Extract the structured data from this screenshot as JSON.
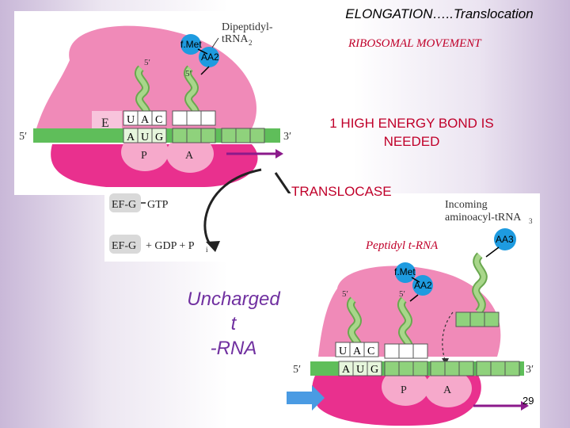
{
  "slide": {
    "title": "ELONGATION…..Translocation",
    "subtitle": "RIBOSOMAL MOVEMENT",
    "energy_line1": "1 HIGH ENERGY BOND IS",
    "energy_line2": "NEEDED",
    "translocase": "TRANSLOCASE",
    "uncharged_line1": "Uncharged t",
    "uncharged_line2": "-RNA",
    "peptidyl": "Peptidyl t-RNA",
    "slide_number": "29"
  },
  "top_diagram": {
    "trna_label_line1": "Dipeptidyl-",
    "trna_label_line2": "tRNA",
    "trna_label_sub": "2",
    "fmet": "f.Met",
    "aa2": "AA2",
    "five_prime_a": "5′",
    "five_prime_b": "5′",
    "mrna_5": "5′",
    "mrna_3": "3′",
    "site_e": "E",
    "site_p": "P",
    "site_a": "A",
    "anticodon1": [
      "U",
      "A",
      "C"
    ],
    "codon1": [
      "A",
      "U",
      "G"
    ]
  },
  "ef_diagram": {
    "ef_g": "EF-G",
    "gtp": "GTP",
    "ef_g2": "EF-G",
    "gdp_text": "+ GDP + P",
    "pi_sub": "i"
  },
  "bottom_diagram": {
    "incoming_line1": "Incoming",
    "incoming_line2": "aminoacyl-tRNA",
    "incoming_sub": "3",
    "aa3": "AA3",
    "fmet": "f.Met",
    "aa2": "AA2",
    "five_prime_a": "5′",
    "five_prime_b": "5′",
    "mrna_5": "5′",
    "mrna_3": "3′",
    "site_p": "P",
    "site_a": "A",
    "anticodon": [
      "U",
      "A",
      "C"
    ],
    "codon": [
      "A",
      "U",
      "G"
    ]
  },
  "colors": {
    "ribosome": "#e9308e",
    "ribosome_light": "#f08ab8",
    "mrna": "#5fbe5a",
    "trna": "#a8d68a",
    "aa_circle": "#1e9be0",
    "accent_red": "#c0002a",
    "purple": "#7030a0",
    "arrow_purple": "#8b1a8b",
    "blue_arrow": "#4a9be3"
  }
}
